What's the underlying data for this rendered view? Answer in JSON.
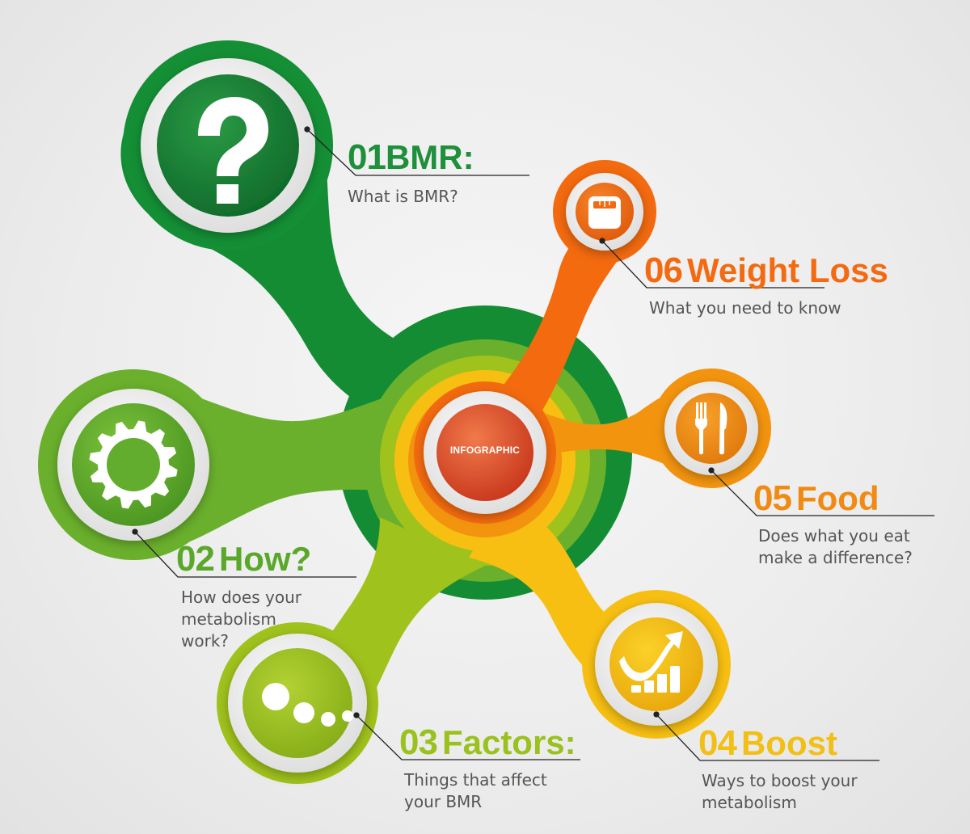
{
  "center": {
    "label": "INFOGRAPHIC"
  },
  "items": [
    {
      "number": "01",
      "title": "BMR:",
      "subtitle": "What is BMR?",
      "color": "#1e8f3a",
      "icon": "question-mark-icon"
    },
    {
      "number": "02",
      "title": "How?",
      "subtitle_lines": [
        "How does your",
        "metabolism",
        "work?"
      ],
      "color": "#5aa82a",
      "icon": "gear-icon"
    },
    {
      "number": "03",
      "title": "Factors:",
      "subtitle_lines": [
        "Things that affect",
        "your BMR"
      ],
      "color": "#9bc11f",
      "icon": "dots-icon"
    },
    {
      "number": "04",
      "title": "Boost",
      "subtitle_lines": [
        "Ways to boost your",
        "metabolism"
      ],
      "color": "#f2bf17",
      "icon": "growth-chart-icon"
    },
    {
      "number": "05",
      "title": "Food",
      "subtitle_lines": [
        "Does what you eat",
        "make a difference?"
      ],
      "color": "#f08a12",
      "icon": "fork-knife-icon"
    },
    {
      "number": "06",
      "title": "Weight Loss",
      "subtitle": "What you need to know",
      "color": "#f36a10",
      "icon": "scale-icon"
    }
  ]
}
